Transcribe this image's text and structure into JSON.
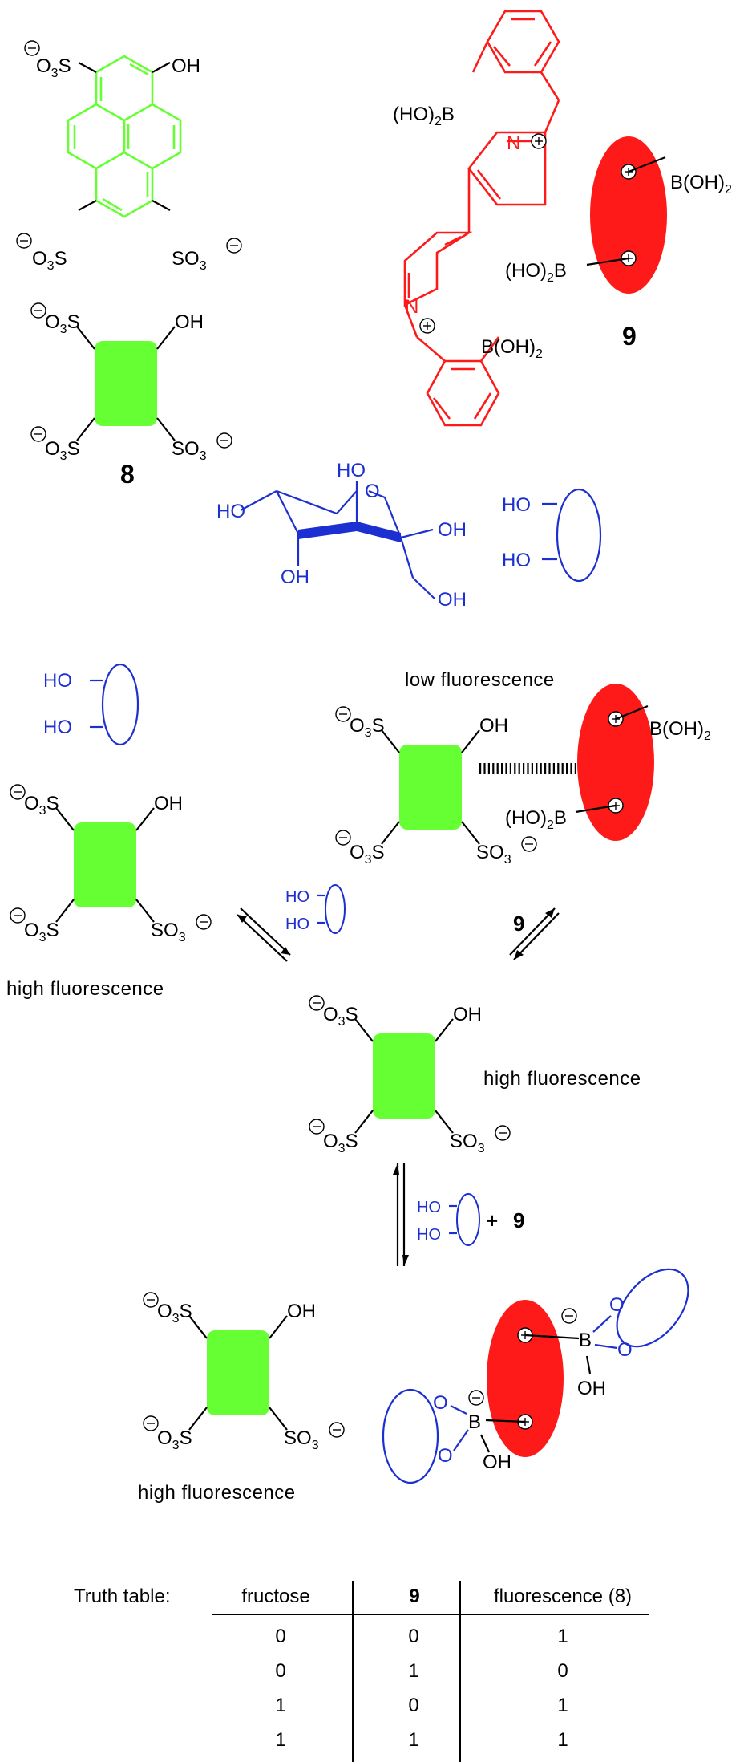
{
  "compounds": {
    "label_8": "8",
    "label_9": "9",
    "pyrene_oh": "OH",
    "sugar_ring_o": "O"
  },
  "captions": {
    "low_fluorescence": "low fluorescence",
    "high_fluorescence": "high fluorescence"
  },
  "arrows": {
    "plus": "+",
    "reagent_9": "9"
  },
  "truth_table": {
    "title": "Truth table:",
    "columns": [
      "fructose",
      "9",
      "fluorescence (8)"
    ],
    "rows": [
      [
        "0",
        "0",
        "1"
      ],
      [
        "0",
        "1",
        "0"
      ],
      [
        "1",
        "0",
        "1"
      ],
      [
        "1",
        "1",
        "1"
      ]
    ]
  },
  "colors": {
    "fluorophore_green": "#66ff33",
    "quencher_red": "#ff1a1a",
    "fructose_blue": "#1c2fd0"
  }
}
